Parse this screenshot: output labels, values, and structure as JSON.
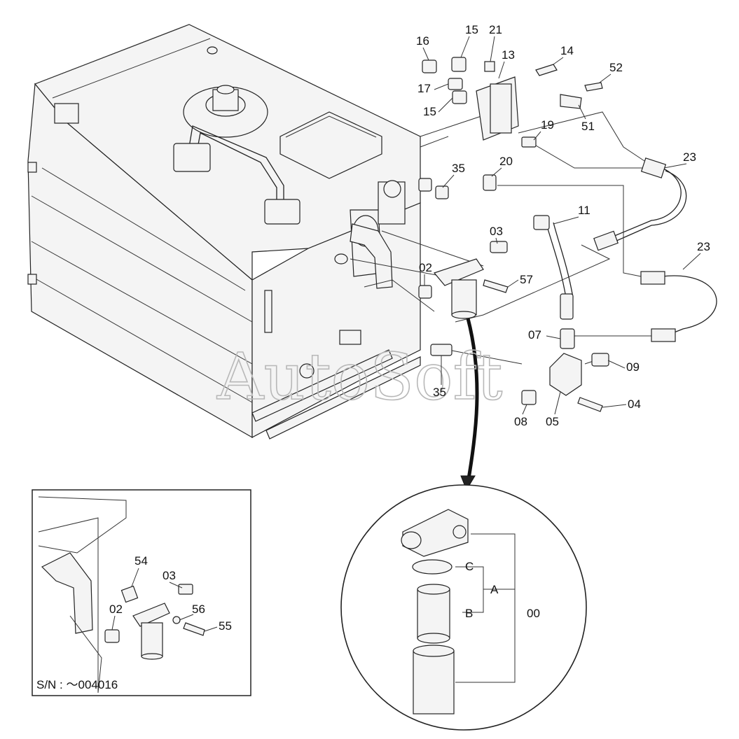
{
  "watermark": "AutoSoft",
  "serial_note": "S/N : ～004016",
  "callouts": {
    "p16": "16",
    "p15a": "15",
    "p21": "21",
    "p13": "13",
    "p14": "14",
    "p52": "52",
    "p17": "17",
    "p15b": "15",
    "p51": "51",
    "p19": "19",
    "p23a": "23",
    "p20": "20",
    "p35a": "35",
    "p11": "11",
    "p03": "03",
    "p23b": "23",
    "p02": "02",
    "p57": "57",
    "p07": "07",
    "p09": "09",
    "p35b": "35",
    "p04": "04",
    "p08": "08",
    "p05": "05",
    "inset_p54": "54",
    "inset_p03": "03",
    "inset_p56": "56",
    "inset_p02": "02",
    "inset_p55": "55",
    "detail_C": "C",
    "detail_A": "A",
    "detail_B": "B",
    "detail_00": "00"
  }
}
